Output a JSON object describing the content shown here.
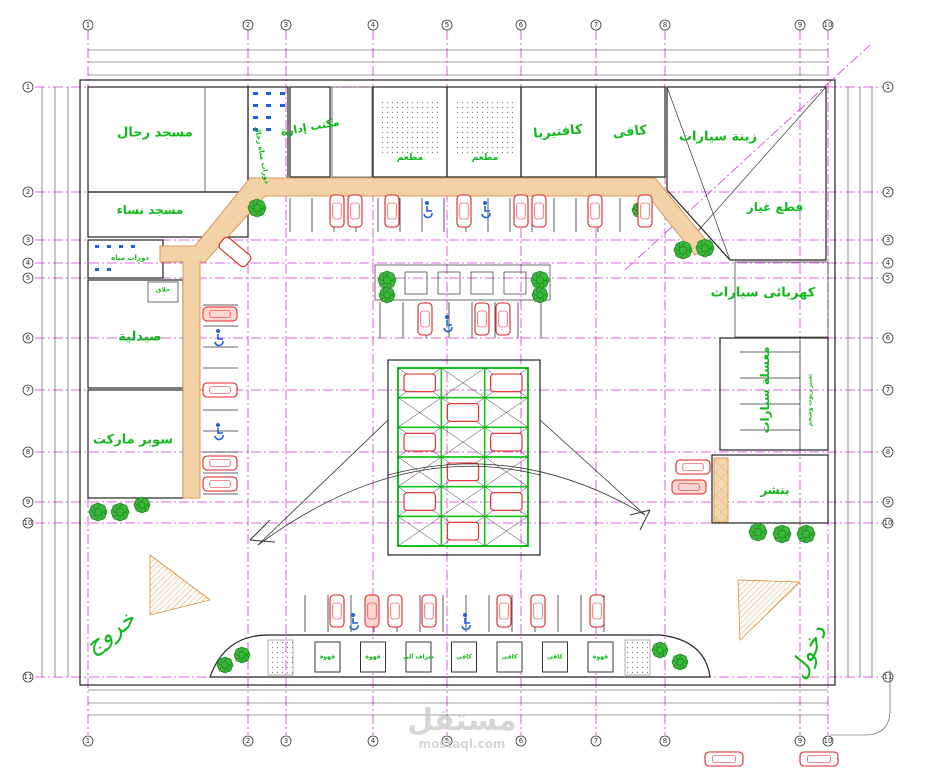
{
  "rooms": {
    "mens_mosque": "مسجد رجال",
    "womens_mosque": "مسجد نساء",
    "office": "مكتب إدارة",
    "mens_toilets": "دورات مياه رجال",
    "womens_toilets": "دورات مياه",
    "restaurant_1": "مطعم",
    "restaurant_2": "مطعم",
    "cafeteria": "كافتيريا",
    "cafe": "كافى",
    "car_decor": "زينة سيارات",
    "spare_parts": "قطع غيار",
    "car_electric": "كهربائى سيارات",
    "pharmacy": "صيدلية",
    "supermarket": "سوبر ماركت",
    "barber": "حلاق",
    "car_wash": "مغسلة سيارات",
    "car_service": "تغيير زيوت وشحم",
    "tires": "بنشر"
  },
  "bottom_kiosks": [
    "قهوة",
    "قهوة",
    "صراف آلى",
    "كافى",
    "كافى",
    "كافى",
    "قهوة"
  ],
  "entrance": {
    "exit_label": "خروج",
    "enter_label": "دخول"
  },
  "grid_columns": [
    "1",
    "2",
    "3",
    "4",
    "5",
    "6",
    "7",
    "8",
    "9",
    "10"
  ],
  "grid_rows": [
    "1",
    "2",
    "3",
    "4",
    "5",
    "6",
    "7",
    "8",
    "9",
    "10",
    "11"
  ],
  "watermark": {
    "brand": "مستقل",
    "url": "mostaql.com"
  },
  "colors": {
    "label_green": "#11b81a",
    "grid_magenta": "#d633d6",
    "walkway": "#f3d2a8",
    "car_red": "#e02020",
    "accessible_blue": "#1f5fe0"
  }
}
